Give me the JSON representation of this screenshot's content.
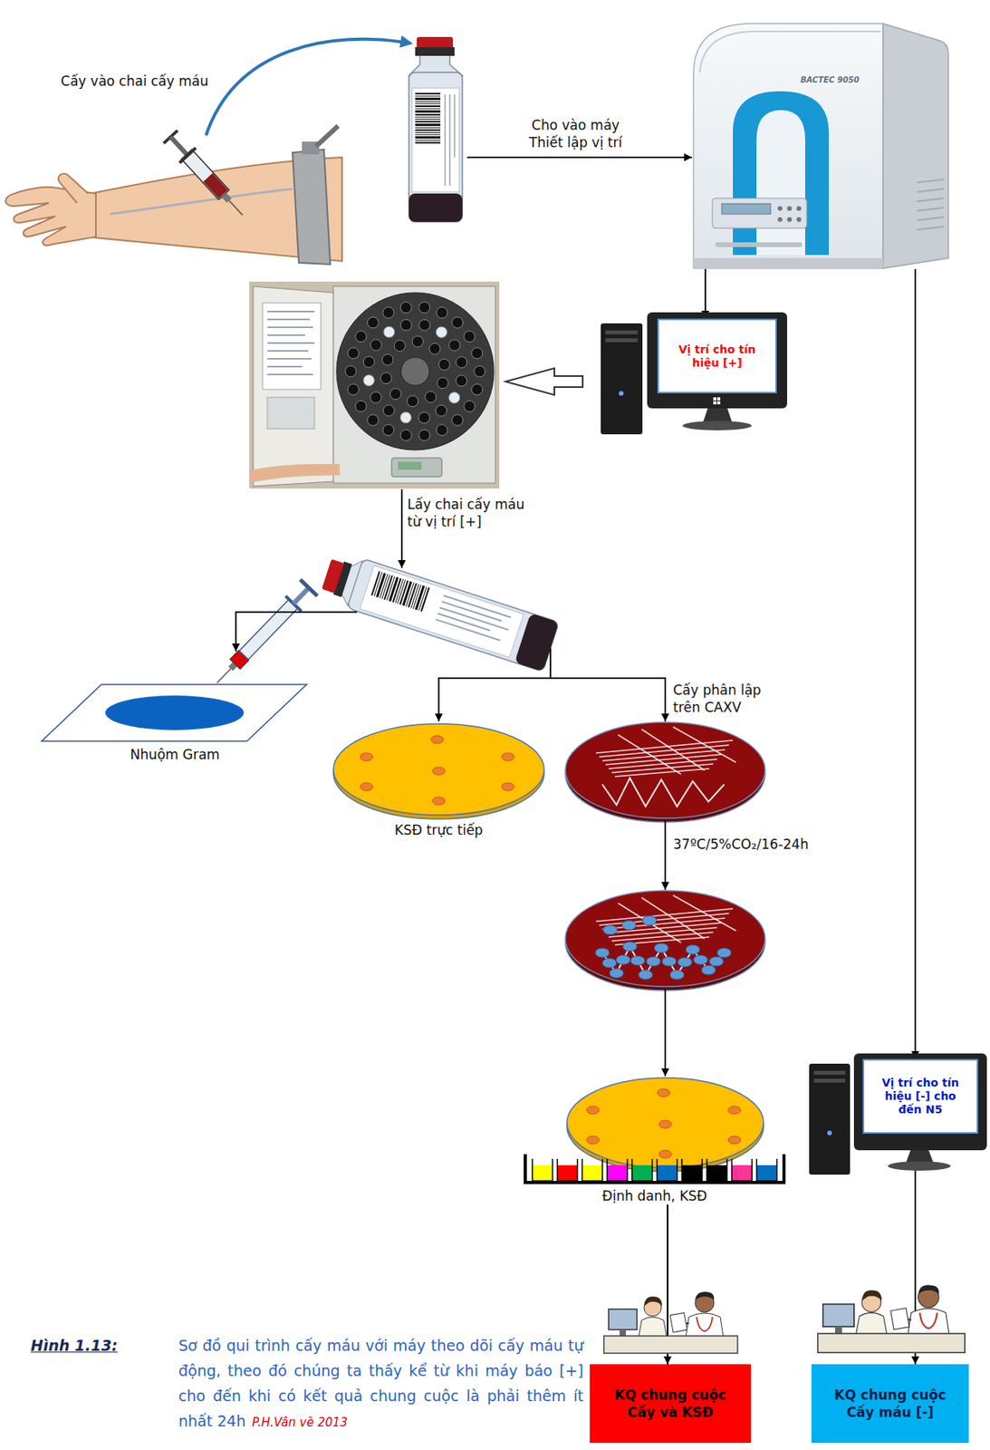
{
  "diagram": {
    "caption": "Sơ đồ qui trình cấy máu với máy theo dõi cấy máu tự động, theo đó chúng ta thấy kể từ khi máy báo [+] cho đến khi có kết quả chung cuộc là phải thêm ít nhất 24h",
    "nodes": [
      {
        "text": [
          "BACTEC 9050"
        ]
      },
      {
        "text": [
          "Vị trí cho tín hiệu [+]"
        ]
      },
      {
        "text": [
          "Nhuộm Gram"
        ]
      },
      {
        "text": [
          "KSĐ trực tiếp"
        ]
      },
      {
        "text": [
          "Định danh, KSĐ"
        ]
      },
      {
        "text": [
          "Vị trí cho tín hiệu [-] cho đến N5"
        ]
      },
      {
        "text": [
          "KQ chung cuộc Cấy và KSĐ"
        ]
      },
      {
        "text": [
          "KQ chung cuộc Cấy máu [-]"
        ]
      }
    ],
    "edges": [
      {
        "from": 0,
        "to": 1,
        "arrow": "to"
      },
      {
        "from": 0,
        "to": 5,
        "arrow": "to"
      },
      {
        "from": 4,
        "to": 6,
        "arrow": "to"
      },
      {
        "from": 5,
        "to": 7,
        "arrow": "to"
      }
    ],
    "labels": [
      "Cấy vào chai cấy máu",
      "Cho vào máy Thiết lập vị trí",
      "Lấy chai cấy máu từ vị trí [+]",
      "Cấy phân lập trên CAXV",
      "37ºC/5%CO₂/16-24h",
      "Hình 1.13:",
      "P.H.Vân vẽ 2013"
    ]
  }
}
